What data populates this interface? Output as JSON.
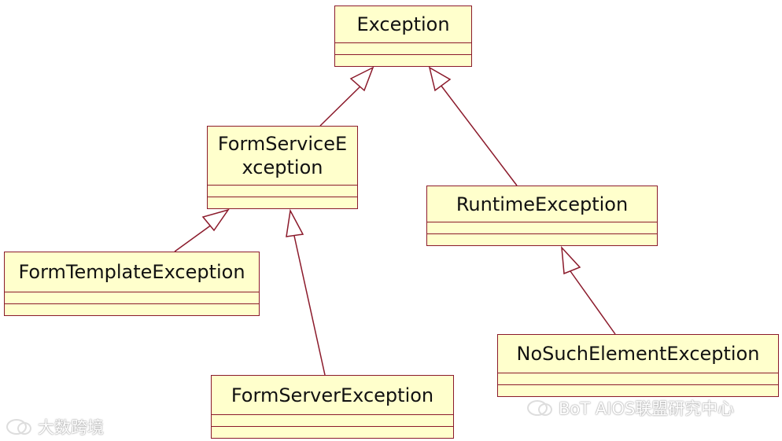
{
  "diagram": {
    "classes": {
      "exception": "Exception",
      "form_service_exception_line1": "FormServiceE",
      "form_service_exception_line2": "xception",
      "runtime_exception": "RuntimeException",
      "form_template_exception": "FormTemplateException",
      "form_server_exception": "FormServerException",
      "no_such_element_exception": "NoSuchElementException"
    },
    "relations": [
      {
        "child": "FormServiceException",
        "parent": "Exception",
        "type": "generalization"
      },
      {
        "child": "RuntimeException",
        "parent": "Exception",
        "type": "generalization"
      },
      {
        "child": "FormTemplateException",
        "parent": "FormServiceException",
        "type": "generalization"
      },
      {
        "child": "FormServerException",
        "parent": "FormServiceException",
        "type": "generalization"
      },
      {
        "child": "NoSuchElementException",
        "parent": "RuntimeException",
        "type": "generalization"
      }
    ]
  },
  "watermarks": {
    "left": "大数跨境",
    "right": "BoT AIOS联盟研究中心"
  },
  "colors": {
    "box_fill": "#ffffcc",
    "box_border": "#8b1a2b"
  }
}
